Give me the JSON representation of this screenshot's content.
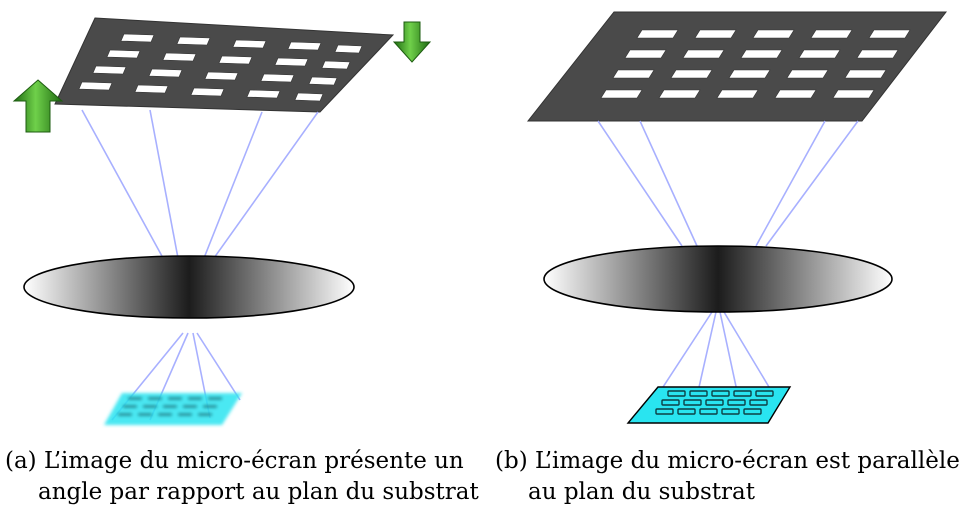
{
  "figure": {
    "caption_a": {
      "line1": "(a) L’image du micro-écran présente un",
      "line2": "angle par rapport au plan du substrat"
    },
    "caption_b": {
      "line1": "(b) L’image du micro-écran est parallèle",
      "line2": "au plan du substrat"
    }
  },
  "colors": {
    "screen": "#4a4a4a",
    "screen_hole": "#ffffff",
    "ray": "#a8b0ff",
    "substrate": "#29e4f0",
    "arrow": "#2f8a1c",
    "lens_dark": "#1c1c1c"
  }
}
